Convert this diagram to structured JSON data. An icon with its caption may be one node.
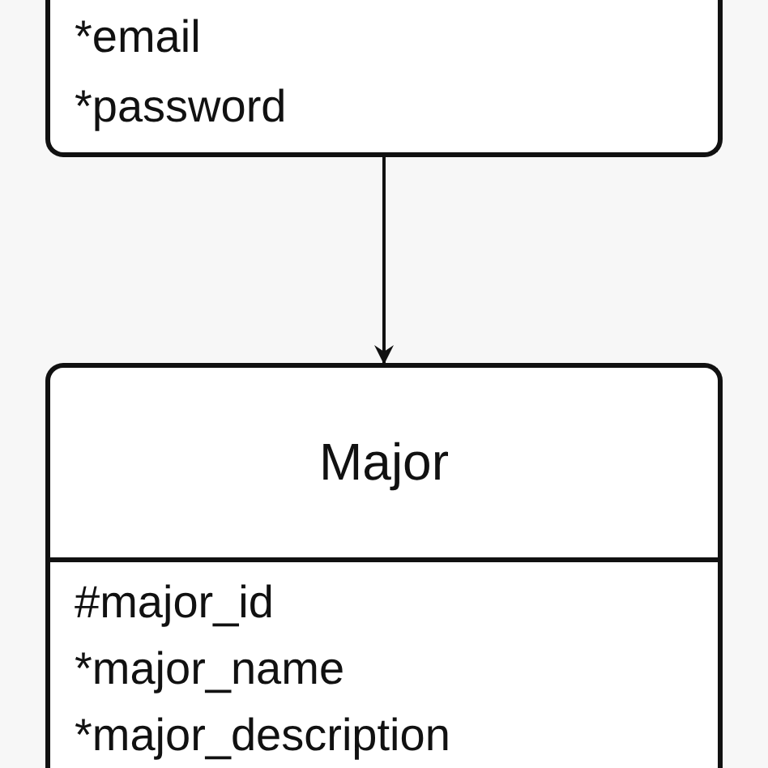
{
  "diagram": {
    "nodes": [
      {
        "text": [
          "*email",
          "*password"
        ]
      },
      {
        "text": [
          "Major",
          "#major_id",
          "*major_name",
          "*major_description"
        ]
      }
    ],
    "edges": [
      {
        "from": 0,
        "to": 1,
        "arrow": "to"
      }
    ]
  }
}
